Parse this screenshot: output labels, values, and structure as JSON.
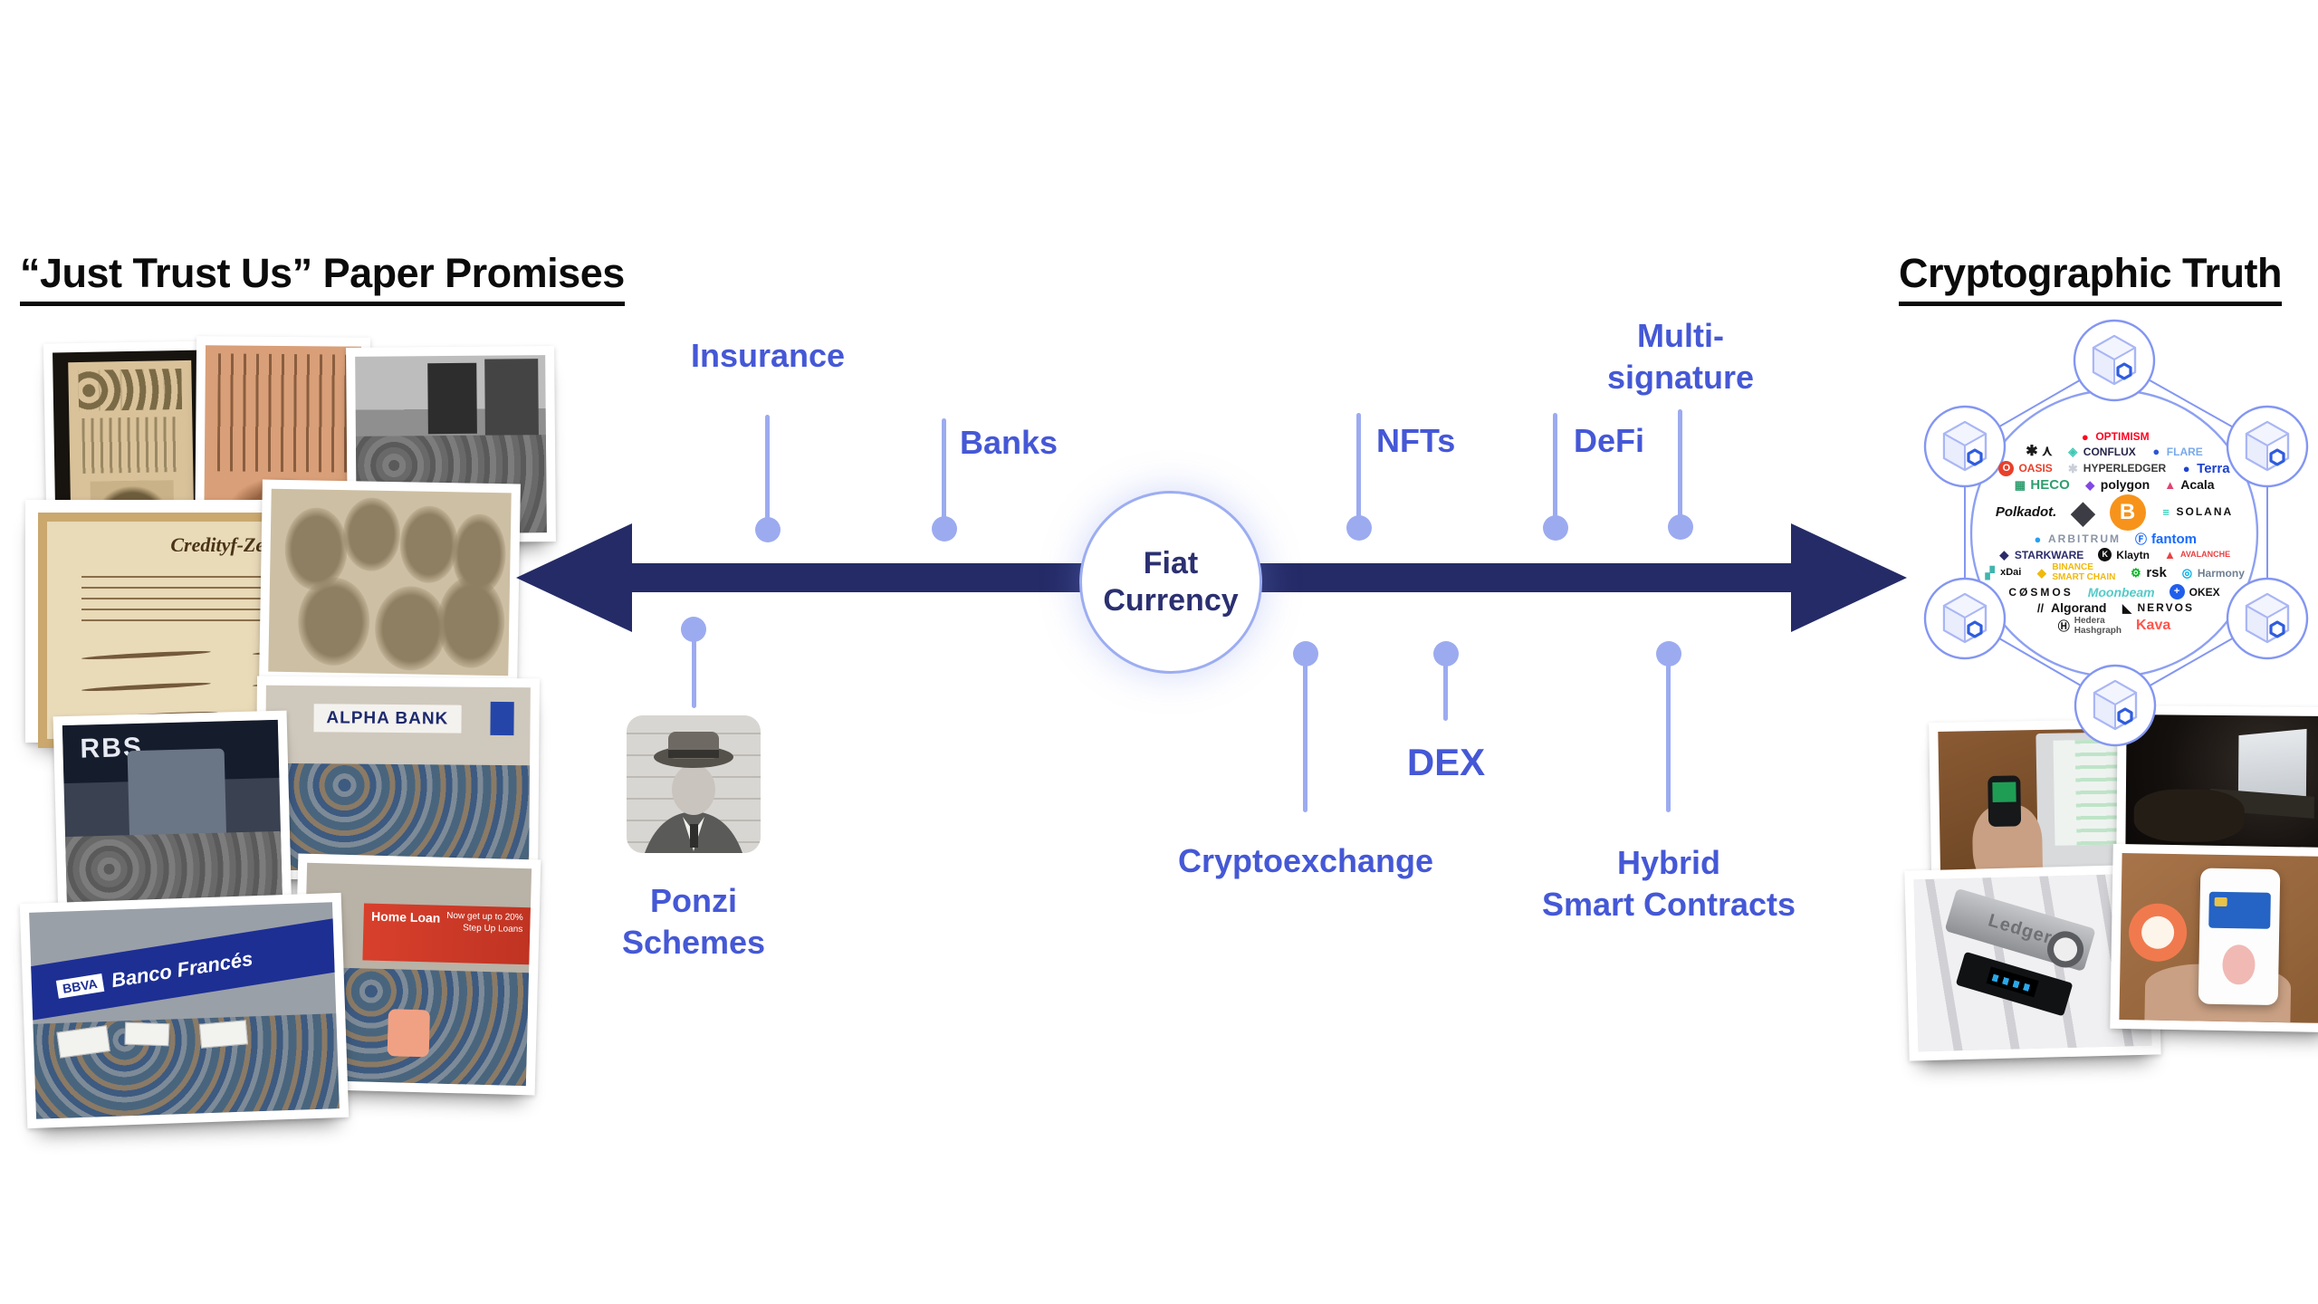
{
  "titles": {
    "left": "“Just Trust Us” Paper Promises",
    "right": "Cryptographic Truth"
  },
  "hub": {
    "lines": [
      "Fiat",
      "Currency"
    ]
  },
  "timeline": {
    "above": [
      {
        "id": "insurance",
        "label": "Insurance"
      },
      {
        "id": "banks",
        "label": "Banks"
      },
      {
        "id": "nfts",
        "label": "NFTs"
      },
      {
        "id": "defi",
        "label": "DeFi"
      },
      {
        "id": "multisignature",
        "lines": [
          "Multi-",
          "signature"
        ]
      }
    ],
    "below": [
      {
        "id": "ponzi",
        "lines": [
          "Ponzi",
          "Schemes"
        ]
      },
      {
        "id": "cryptoexchange",
        "label": "Cryptoexchange"
      },
      {
        "id": "dex",
        "label": "DEX"
      },
      {
        "id": "hybrid",
        "lines": [
          "Hybrid",
          "Smart Contracts"
        ]
      }
    ]
  },
  "left_collage": {
    "credit_note": {
      "heading": "Credityf-Zedels"
    },
    "rbs": {
      "sign": "RBS"
    },
    "alpha_bank": {
      "sign": "ALPHA BANK"
    },
    "banco_frances": {
      "brand": "BBVA",
      "sign": "Banco Francés"
    },
    "loan_queue": {
      "banner_left": "Home Loan",
      "banner_right": "Now get up to 20%",
      "banner_sub": "Step Up Loans"
    }
  },
  "right_photos": {
    "ledger_brand": "Ledger"
  },
  "colors": {
    "arrow_navy": "#242b67",
    "label_blue": "#4558d6",
    "stem_periwinkle": "#9cabf0",
    "hub_text_navy": "#2b3071",
    "network_line": "#8396f2",
    "chainlink_blue": "#2f5cdf"
  },
  "network": {
    "logo_rows": [
      [
        {
          "name": "optimism",
          "label": "OPTIMISM",
          "color": "#ff0420",
          "icon": "●",
          "iconColor": "#ff0420"
        }
      ],
      [
        {
          "name": "unknown-marks",
          "label": "",
          "icon": "✱ ⋏",
          "iconColor": "#1a1a1a",
          "iconFont": "16px"
        },
        {
          "name": "conflux",
          "label": "CONFLUX",
          "color": "#26264a",
          "icon": "◈",
          "iconColor": "#3fc6b4"
        },
        {
          "name": "flare",
          "label": "FLARE",
          "color": "#79a9ea",
          "icon": "●",
          "iconColor": "#2b55d8"
        }
      ],
      [
        {
          "name": "oasis",
          "label": "OASIS",
          "color": "#e8402a",
          "icon": "O",
          "iconBg": "#e8402a",
          "iconColor": "#fff",
          "iconSize": "17px",
          "iconFont": "11px"
        },
        {
          "name": "hyperledger",
          "label": "HYPERLEDGER",
          "color": "#3a3a3a",
          "icon": "✱",
          "iconColor": "#c9ced8"
        },
        {
          "name": "terra",
          "label": "Terra",
          "color": "#1c41cf",
          "icon": "●",
          "iconColor": "#2043cf",
          "labelSize": "15px"
        }
      ],
      [
        {
          "name": "heco",
          "label": "HECO",
          "color": "#2f9e6e",
          "icon": "▦",
          "iconColor": "#2f9e6e",
          "labelSize": "15px"
        },
        {
          "name": "polygon",
          "label": "polygon",
          "color": "#111111",
          "icon": "◆",
          "iconColor": "#8247e5",
          "labelSize": "14px"
        },
        {
          "name": "acala",
          "label": "Acala",
          "color": "#111111",
          "icon": "▲",
          "iconColor": "#e0426f",
          "labelSize": "14px"
        }
      ],
      [
        {
          "name": "polkadot",
          "label": "Polkadot.",
          "color": "#111111",
          "italic": true,
          "labelSize": "15px"
        },
        {
          "name": "ethereum",
          "label": "",
          "icon": "◆",
          "iconColor": "#3c3c44",
          "iconFont": "34px"
        },
        {
          "name": "bitcoin",
          "label": "",
          "icon": "B",
          "iconBg": "#f7931a",
          "iconColor": "#ffffff",
          "iconSize": "40px",
          "iconFont": "24px"
        },
        {
          "name": "solana",
          "label": "SOLANA",
          "color": "#111111",
          "icon": "≡",
          "iconColor": "#00c2a8",
          "spacing": "2px"
        }
      ],
      [
        {
          "name": "arbitrum",
          "label": "ARBITRUM",
          "color": "#8a94a6",
          "icon": "●",
          "iconColor": "#28a0f0",
          "spacing": "2px"
        },
        {
          "name": "fantom",
          "label": "fantom",
          "color": "#1969ff",
          "icon": "Ⓕ",
          "iconColor": "#1969ff",
          "labelSize": "15px"
        }
      ],
      [
        {
          "name": "starkware",
          "label": "STARKWARE",
          "color": "#2b2b6b",
          "icon": "◆",
          "iconColor": "#2b2b6b"
        },
        {
          "name": "klaytn",
          "label": "Klaytn",
          "color": "#111111",
          "icon": "K",
          "iconBg": "#111111",
          "iconColor": "#fff",
          "iconSize": "15px",
          "iconFont": "9px"
        },
        {
          "name": "avalanche",
          "label": "AVALANCHE",
          "color": "#e84142",
          "icon": "▲",
          "iconColor": "#e84142",
          "labelSize": "9px"
        }
      ],
      [
        {
          "name": "xdai",
          "label": "xDai",
          "color": "#111111",
          "icon": "▞",
          "iconColor": "#40b5ad",
          "labelSize": "11px"
        },
        {
          "name": "binance-smart-chain",
          "label": "BINANCE\nSMART CHAIN",
          "color": "#f0b90b",
          "icon": "◆",
          "iconColor": "#f0b90b",
          "labelSize": "10px"
        },
        {
          "name": "rsk",
          "label": "rsk",
          "color": "#111111",
          "icon": "⚙",
          "iconColor": "#00b41e",
          "labelSize": "15px"
        },
        {
          "name": "harmony",
          "label": "Harmony",
          "color": "#6e7f93",
          "icon": "◎",
          "iconColor": "#00aee9"
        }
      ],
      [
        {
          "name": "cosmos",
          "label": "CØSMOS",
          "color": "#111111",
          "spacing": "3px"
        },
        {
          "name": "moonbeam",
          "label": "Moonbeam",
          "color": "#53cbc8",
          "italic": true,
          "labelSize": "14px"
        },
        {
          "name": "okex",
          "label": "OKEX",
          "color": "#111111",
          "icon": "+",
          "iconBg": "#205fec",
          "iconColor": "#fff",
          "iconSize": "17px",
          "iconFont": "11px"
        }
      ],
      [
        {
          "name": "algorand",
          "label": "Algorand",
          "color": "#111111",
          "icon": "//",
          "iconColor": "#111111",
          "labelSize": "14px"
        },
        {
          "name": "nervos",
          "label": "NERVOS",
          "color": "#111111",
          "icon": "◣",
          "iconColor": "#111111",
          "spacing": "2px"
        }
      ],
      [
        {
          "name": "hedera-hashgraph",
          "label": "Hedera\nHashgraph",
          "color": "#555555",
          "icon": "Ⓗ",
          "iconColor": "#111111",
          "labelSize": "10px"
        },
        {
          "name": "kava",
          "label": "Kava",
          "color": "#ff554a",
          "labelSize": "16px"
        }
      ]
    ]
  }
}
